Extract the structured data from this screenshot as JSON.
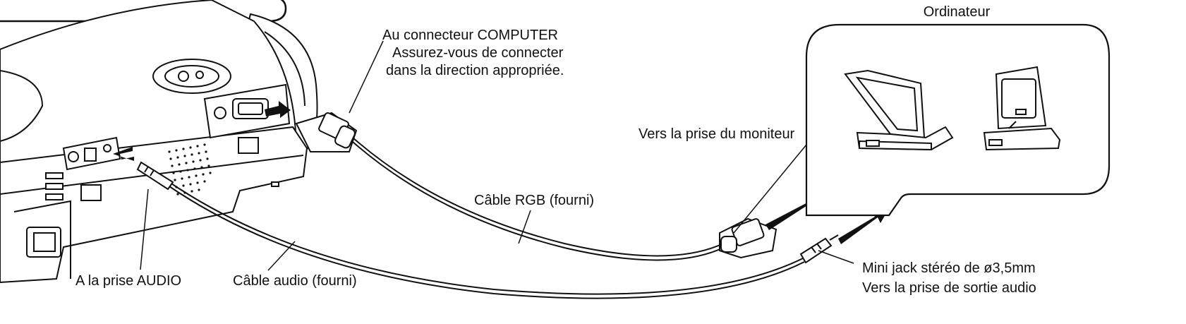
{
  "labels": {
    "computer_group": "Ordinateur",
    "computer_connector_line1": "Au connecteur COMPUTER",
    "computer_connector_line2": "Assurez-vous de connecter",
    "computer_connector_line3": "dans la direction appropriée.",
    "monitor_port": "Vers la prise du moniteur",
    "rgb_cable": "Câble RGB (fourni)",
    "audio_port": "A la prise AUDIO",
    "audio_cable": "Câble audio (fourni)",
    "mini_jack_line1": "Mini jack stéréo de ø3,5mm",
    "mini_jack_line2": "Vers la prise de sortie audio"
  },
  "colors": {
    "line": "#111111",
    "panel_fill": "#f4f4f4",
    "arrow": "#111111"
  }
}
